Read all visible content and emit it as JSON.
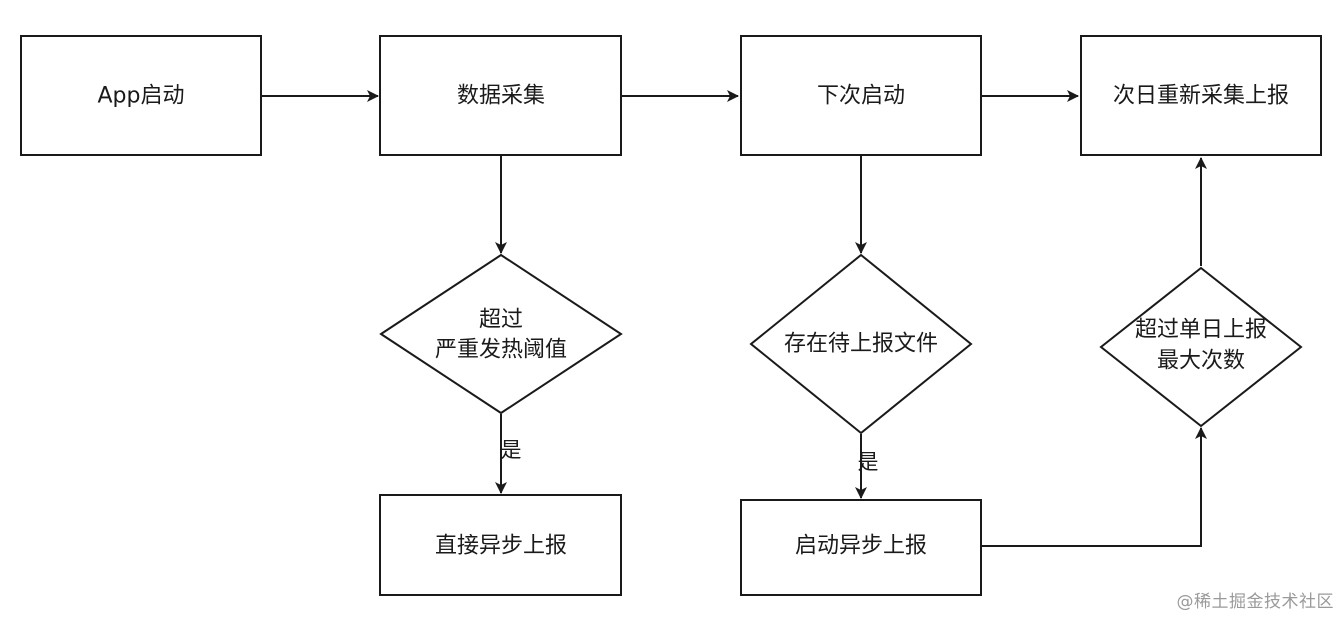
{
  "nodes": {
    "app_start": "App启动",
    "data_collect": "数据采集",
    "next_launch": "下次启动",
    "next_day_recollect": "次日重新采集上报",
    "exceed_threshold": [
      "超过",
      "严重发热阈值"
    ],
    "pending_file": "存在待上报文件",
    "exceed_daily_max": [
      "超过单日上报",
      "最大次数"
    ],
    "direct_async_report": "直接异步上报",
    "start_async_report": "启动异步上报"
  },
  "edge_labels": {
    "yes_1": "是",
    "yes_2": "是"
  },
  "watermark": "@稀土掘金技术社区"
}
